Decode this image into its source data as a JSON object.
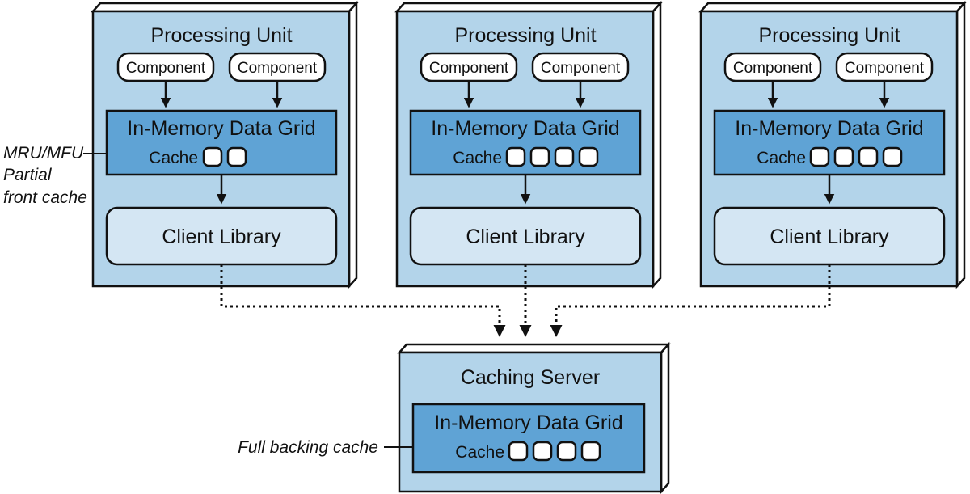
{
  "diagram": {
    "processing_units": [
      {
        "title": "Processing Unit",
        "components": [
          "Component",
          "Component"
        ],
        "grid_label": "In-Memory Data Grid",
        "cache_label": "Cache",
        "cache_slots": 2,
        "client_label": "Client Library"
      },
      {
        "title": "Processing Unit",
        "components": [
          "Component",
          "Component"
        ],
        "grid_label": "In-Memory Data Grid",
        "cache_label": "Cache",
        "cache_slots": 4,
        "client_label": "Client Library"
      },
      {
        "title": "Processing Unit",
        "components": [
          "Component",
          "Component"
        ],
        "grid_label": "In-Memory Data Grid",
        "cache_label": "Cache",
        "cache_slots": 4,
        "client_label": "Client Library"
      }
    ],
    "caching_server": {
      "title": "Caching Server",
      "grid_label": "In-Memory Data Grid",
      "cache_label": "Cache",
      "cache_slots": 4
    },
    "annotations": {
      "front_cache": [
        "MRU/MFU",
        "Partial",
        "front cache"
      ],
      "backing_cache": "Full backing cache"
    },
    "colors": {
      "unit_fill": "#b3d4ea",
      "grid_fill": "#5fa3d5",
      "client_fill": "#d4e6f3",
      "stroke": "#111111",
      "white": "#ffffff"
    }
  }
}
